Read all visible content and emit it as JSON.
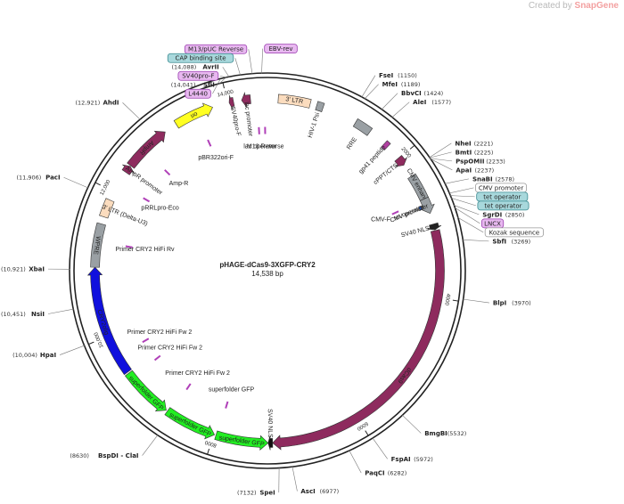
{
  "brand": {
    "prefix": "Created by ",
    "name": "SnapGene"
  },
  "plasmid": {
    "name": "pHAGE-dCas9-3XGFP-CRY2",
    "length_label": "14,538 bp",
    "length": 14538
  },
  "ticks": [
    {
      "label": "2000",
      "pos": 2000
    },
    {
      "label": "4000",
      "pos": 4000
    },
    {
      "label": "6000",
      "pos": 6000
    },
    {
      "label": "8000",
      "pos": 8000
    },
    {
      "label": "10,000",
      "pos": 10000
    },
    {
      "label": "12,000",
      "pos": 12000
    },
    {
      "label": "14,000",
      "pos": 14000
    }
  ],
  "features": [
    {
      "name": "3' LTR",
      "start": 145,
      "end": 580,
      "dir": 0,
      "track": 1,
      "color": "#fbdcbe"
    },
    {
      "name": "HIV-1 Psi",
      "start": 670,
      "end": 760,
      "dir": 0,
      "track": 1,
      "color": "#9aa0a4"
    },
    {
      "name": "RRE",
      "start": 1240,
      "end": 1470,
      "dir": 0,
      "track": 1,
      "color": "#9aa0a4"
    },
    {
      "name": "cPPT/CTS",
      "start": 1990,
      "end": 2110,
      "dir": 1,
      "track": 1,
      "color": "#8e2b5e"
    },
    {
      "name": "gp41 peptide",
      "start": 1720,
      "end": 1780,
      "dir": 0,
      "track": 1,
      "color": "#b040a0"
    },
    {
      "name": "CMV enhancer",
      "start": 2290,
      "end": 2640,
      "dir": 0,
      "track": 1,
      "color": "#9aa0a4"
    },
    {
      "name": "CMV promoter",
      "start": 2640,
      "end": 2850,
      "dir": 1,
      "track": 1,
      "color": "#9aa0a4"
    },
    {
      "name": "tet operator",
      "start": 2710,
      "end": 2760,
      "dir": 0,
      "track": 0.5,
      "color": "#2255bb"
    },
    {
      "name": "SV40 NLS",
      "start": 3000,
      "end": 3080,
      "dir": 1,
      "track": 1,
      "color": "#222222"
    },
    {
      "name": "dCas9",
      "start": 3090,
      "end": 7200,
      "dir": 1,
      "track": 1,
      "color": "#8e2b5e"
    },
    {
      "name": "SV40 NLS",
      "start": 7200,
      "end": 7260,
      "dir": 1,
      "track": 1,
      "color": "#111111"
    },
    {
      "name": "superfolder GFP",
      "start": 7260,
      "end": 7970,
      "dir": -1,
      "track": 1,
      "color": "#22ee22"
    },
    {
      "name": "superfolder GFP",
      "start": 7990,
      "end": 8700,
      "dir": -1,
      "track": 1,
      "color": "#22ee22"
    },
    {
      "name": "superfolder GFP",
      "start": 8720,
      "end": 9430,
      "dir": -1,
      "track": 1,
      "color": "#22ee22"
    },
    {
      "name": "CRY2olig",
      "start": 9450,
      "end": 10950,
      "dir": 1,
      "track": 1,
      "color": "#1010dd"
    },
    {
      "name": "WPRE",
      "start": 10950,
      "end": 11540,
      "dir": 0,
      "track": 1,
      "color": "#9aa0a4"
    },
    {
      "name": "3' LTR (Delta-U3)",
      "start": 11640,
      "end": 11880,
      "dir": 0,
      "track": 1,
      "color": "#fbdcbe"
    },
    {
      "name": "AmpR promoter",
      "start": 12310,
      "end": 12410,
      "dir": 1,
      "track": 1,
      "color": "#8e2b5e"
    },
    {
      "name": "AmpR",
      "start": 12420,
      "end": 13070,
      "dir": 1,
      "track": 1,
      "color": "#8e2b5e"
    },
    {
      "name": "ori",
      "start": 13250,
      "end": 13790,
      "dir": 1,
      "track": 1,
      "color": "#ffff22"
    },
    {
      "name": "SV40pro-F",
      "start": 14020,
      "end": 14080,
      "dir": -1,
      "track": 1,
      "color": "#8e2b5e"
    },
    {
      "name": "lac promoter",
      "start": 14190,
      "end": 14310,
      "dir": -1,
      "track": 1,
      "color": "#8e2b5e"
    }
  ],
  "primers": [
    {
      "name": "pBR322ori-F",
      "pos": 13550
    },
    {
      "name": "lac operator",
      "pos": 14400
    },
    {
      "name": "M13 Reverse",
      "pos": 14500
    },
    {
      "name": "Amp-R",
      "pos": 12700
    },
    {
      "name": "pRRLpro-Eco",
      "pos": 12130
    },
    {
      "name": "Primer CRY2 HiFi Rv",
      "pos": 11300
    },
    {
      "name": "CMV-F",
      "pos": 2650
    },
    {
      "name": "Primer CRY2 HiFi Fw 2",
      "pos": 9700
    },
    {
      "name": "Primer CRY2 HiFi Fw 2",
      "pos": 9350
    },
    {
      "name": "Primer CRY2 HiFi Fw 2",
      "pos": 8650
    },
    {
      "name": "superfolder GFP",
      "pos": 7950
    }
  ],
  "sites": [
    {
      "name": "FseI",
      "pos_label": "(1150)",
      "pos": 1150,
      "side": "right"
    },
    {
      "name": "MfeI",
      "pos_label": "(1189)",
      "pos": 1189,
      "side": "right"
    },
    {
      "name": "BbvCI",
      "pos_label": "(1424)",
      "pos": 1424,
      "side": "right"
    },
    {
      "name": "AleI",
      "pos_label": "(1577)",
      "pos": 1577,
      "side": "right"
    },
    {
      "name": "NheI",
      "pos_label": "(2221)",
      "pos": 2221,
      "side": "right"
    },
    {
      "name": "BmtI",
      "pos_label": "(2225)",
      "pos": 2225,
      "side": "right"
    },
    {
      "name": "PspOMII",
      "pos_label": "(2233)",
      "pos": 2233,
      "side": "right"
    },
    {
      "name": "ApaI",
      "pos_label": "(2237)",
      "pos": 2237,
      "side": "right"
    },
    {
      "name": "SnaBI",
      "pos_label": "(2578)",
      "pos": 2578,
      "side": "right"
    },
    {
      "name": "SgrDI",
      "pos_label": "(2850)",
      "pos": 2850,
      "side": "right"
    },
    {
      "name": "SbfI",
      "pos_label": "(3269)",
      "pos": 3269,
      "side": "right"
    },
    {
      "name": "BlpI",
      "pos_label": "(3970)",
      "pos": 3970,
      "side": "right"
    },
    {
      "name": "BmgBI",
      "pos_label": "(5532)",
      "pos": 5532,
      "side": "right"
    },
    {
      "name": "FspAI",
      "pos_label": "(5972)",
      "pos": 5972,
      "side": "right"
    },
    {
      "name": "PaqCI",
      "pos_label": "(6282)",
      "pos": 6282,
      "side": "right"
    },
    {
      "name": "AscI",
      "pos_label": "(6977)",
      "pos": 6977,
      "side": "right"
    },
    {
      "name": "SpeI",
      "pos_label": "(7132)",
      "pos": 7132,
      "side": "left"
    },
    {
      "name": "BspDI - ClaI",
      "pos_label": "(8630)",
      "pos": 8630,
      "side": "left"
    },
    {
      "name": "HpaI",
      "pos_label": "(10,004)",
      "pos": 10004,
      "side": "left"
    },
    {
      "name": "NsiI",
      "pos_label": "(10,451)",
      "pos": 10451,
      "side": "left"
    },
    {
      "name": "XbaI",
      "pos_label": "(10,921)",
      "pos": 10921,
      "side": "left"
    },
    {
      "name": "PacI",
      "pos_label": "(11,906)",
      "pos": 11906,
      "side": "left"
    },
    {
      "name": "AhdI",
      "pos_label": "(12,921)",
      "pos": 12921,
      "side": "left"
    },
    {
      "name": "L4440",
      "pos_label": "",
      "pos": 13980,
      "side": "left",
      "box": "#e8b8f0",
      "boxEdge": "#9b3fb0"
    },
    {
      "name": "SfiI",
      "pos_label": "(14,041)",
      "pos": 14041,
      "side": "left"
    },
    {
      "name": "SV40pro-F",
      "pos_label": "",
      "pos": 14060,
      "side": "left",
      "box": "#e8b8f0",
      "boxEdge": "#9b3fb0"
    },
    {
      "name": "AvrII",
      "pos_label": "(14,088)",
      "pos": 14088,
      "side": "left"
    },
    {
      "name": "CAP binding site",
      "pos_label": "",
      "pos": 14220,
      "side": "left",
      "box": "#a8d8dc",
      "boxEdge": "#3a8a90"
    },
    {
      "name": "M13/pUC Reverse",
      "pos_label": "",
      "pos": 14360,
      "side": "left",
      "box": "#e8b8f0",
      "boxEdge": "#9b3fb0"
    },
    {
      "name": "EBV-rev",
      "pos_label": "",
      "pos": 14470,
      "side": "right",
      "box": "#e8b8f0",
      "boxEdge": "#9b3fb0"
    },
    {
      "name": "CMV promoter",
      "pos_label": "",
      "pos": 2700,
      "side": "right",
      "box": "#ffffff",
      "boxEdge": "#999999"
    },
    {
      "name": "tet operator",
      "pos_label": "",
      "pos": 2730,
      "side": "right",
      "box": "#a8d8dc",
      "boxEdge": "#3a8a90"
    },
    {
      "name": "tet operator",
      "pos_label": "",
      "pos": 2760,
      "side": "right",
      "box": "#a8d8dc",
      "boxEdge": "#3a8a90"
    },
    {
      "name": "LNCX",
      "pos_label": "",
      "pos": 2880,
      "side": "right",
      "box": "#e8b8f0",
      "boxEdge": "#9b3fb0"
    },
    {
      "name": "Kozak sequence",
      "pos_label": "",
      "pos": 3000,
      "side": "right",
      "box": "#ffffff",
      "boxEdge": "#999999"
    }
  ]
}
